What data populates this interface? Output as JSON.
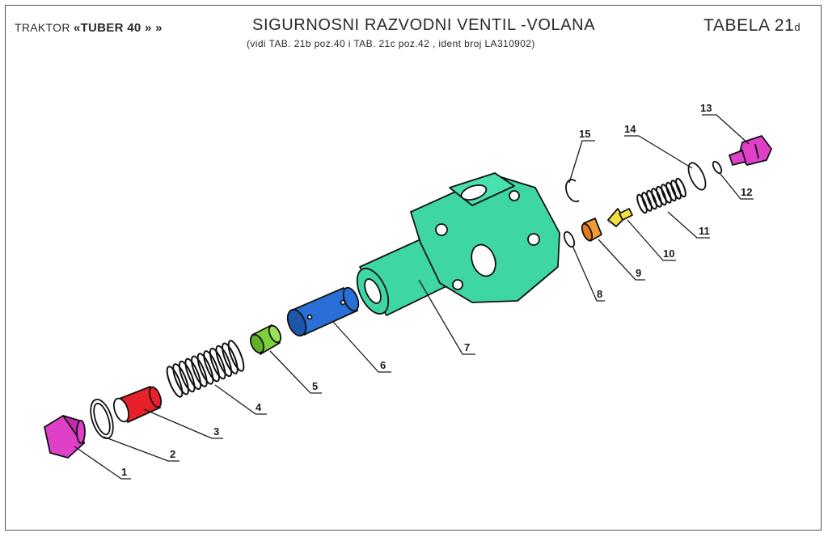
{
  "header": {
    "tractor_prefix": "TRAKTOR ",
    "tractor_model": "«TUBER 40 » »",
    "title": "SIGURNOSNI RAZVODNI VENTIL -VOLANA",
    "subtitle": "(vidi TAB. 21b poz.40 i TAB. 21c poz.42 , ident broj LA310902)",
    "table_label": "TABELA 21",
    "table_suffix": "d"
  },
  "parts": [
    {
      "number": "1",
      "color": "#e040c8"
    },
    {
      "number": "2",
      "color": "#ffffff"
    },
    {
      "number": "3",
      "color": "#e8202a"
    },
    {
      "number": "4",
      "color": "#ffffff"
    },
    {
      "number": "5",
      "color": "#7ed03a"
    },
    {
      "number": "6",
      "color": "#2a6fd8"
    },
    {
      "number": "7",
      "color": "#3fd6a6"
    },
    {
      "number": "8",
      "color": "#ffffff"
    },
    {
      "number": "9",
      "color": "#f09a3a"
    },
    {
      "number": "10",
      "color": "#f0e040"
    },
    {
      "number": "11",
      "color": "#ffffff"
    },
    {
      "number": "12",
      "color": "#ffffff"
    },
    {
      "number": "13",
      "color": "#e040c8"
    },
    {
      "number": "14",
      "color": "#ffffff"
    },
    {
      "number": "15",
      "color": "#ffffff"
    }
  ]
}
